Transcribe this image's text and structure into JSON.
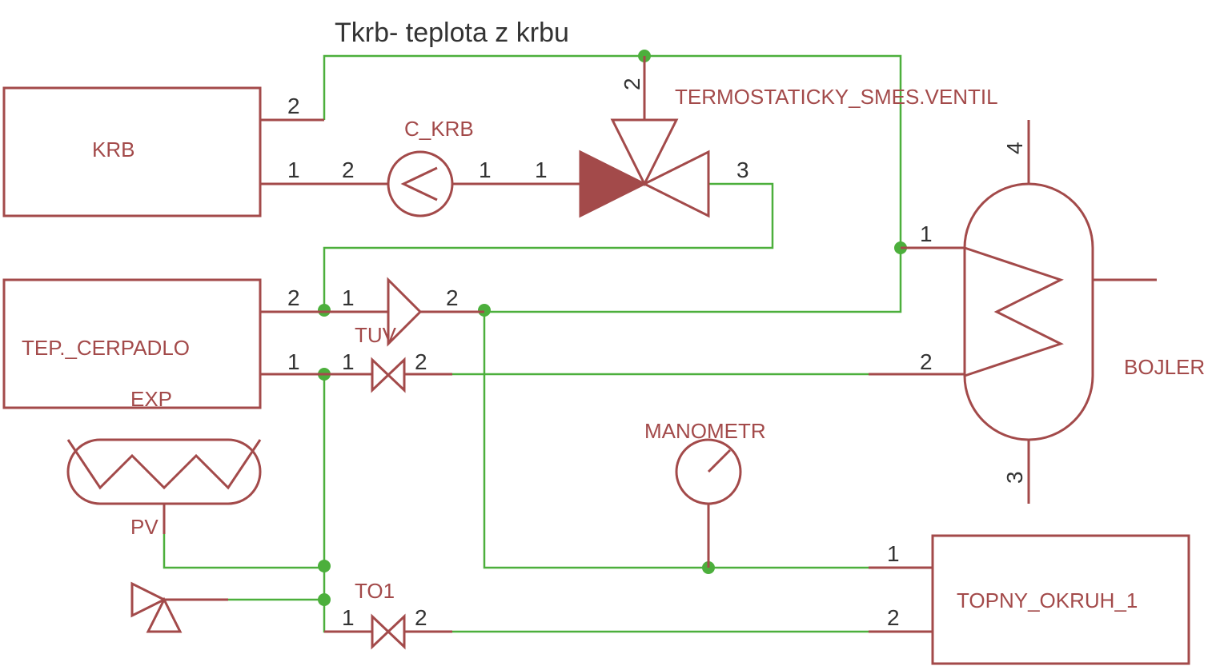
{
  "colors": {
    "symbol": "#a34a4a",
    "wire": "#4caf3c",
    "pin_text": "#333333",
    "background": "#ffffff"
  },
  "note": "Tkrb- teplota z krbu",
  "components": {
    "krb": "KRB",
    "c_krb": "C_KRB",
    "termostaticky": "TERMOSTATICKY_SMES.VENTIL",
    "bojler": "BOJLER",
    "tep_cerpadlo": "TEP._CERPADLO",
    "tuv": "TUV",
    "exp": "EXP",
    "pv": "PV",
    "manometr": "MANOMETR",
    "to1": "TO1",
    "topny_okruh": "TOPNY_OKRUH_1"
  },
  "pins": {
    "p1": "1",
    "p2": "2",
    "p3": "3",
    "p4": "4"
  }
}
